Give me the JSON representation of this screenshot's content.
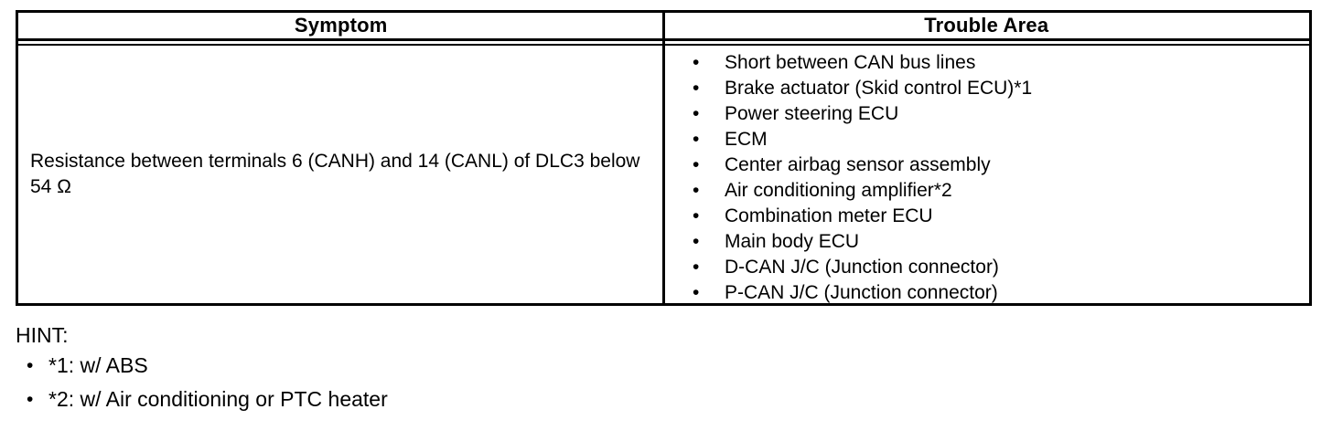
{
  "table": {
    "headers": [
      {
        "label": "Symptom"
      },
      {
        "label": "Trouble Area"
      }
    ],
    "symptom": "Resistance between terminals 6 (CANH) and 14 (CANL) of DLC3 below 54 Ω",
    "trouble_areas": [
      "Short between CAN bus lines",
      "Brake actuator (Skid control ECU)*1",
      "Power steering ECU",
      "ECM",
      "Center airbag sensor assembly",
      "Air conditioning amplifier*2",
      "Combination meter ECU",
      "Main body ECU",
      "D-CAN J/C (Junction connector)",
      "P-CAN J/C (Junction connector)"
    ]
  },
  "hint": {
    "title": "HINT:",
    "items": [
      "*1: w/ ABS",
      "*2: w/ Air conditioning or PTC heater"
    ]
  },
  "icons": {
    "bullet": "•"
  },
  "colors": {
    "text": "#000000",
    "border": "#000000",
    "background": "#ffffff"
  }
}
